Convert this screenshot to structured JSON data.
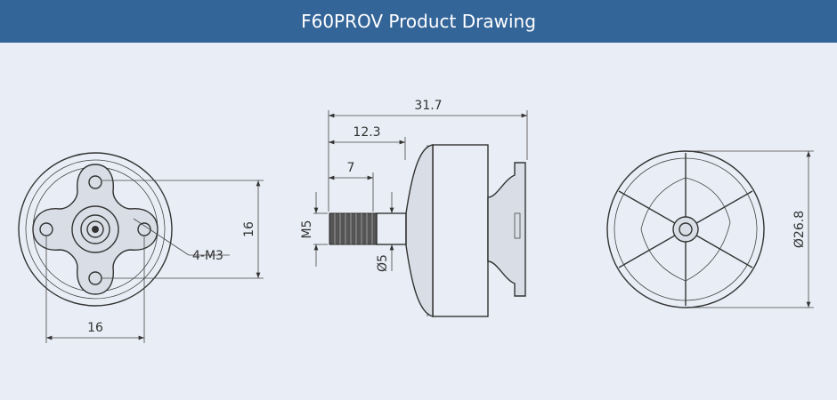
{
  "header": {
    "title": "F60PROV Product Drawing"
  },
  "front_view": {
    "dim_vertical": "16",
    "dim_horizontal": "16",
    "hole_label": "4-M3"
  },
  "side_view": {
    "overall_length": "31.7",
    "shaft_length": "12.3",
    "thread_length": "7",
    "thread_size": "M5",
    "shaft_diameter": "Ø5"
  },
  "rear_view": {
    "diameter": "Ø26.8"
  },
  "colors": {
    "header": "#346599",
    "background": "#e9eef6"
  }
}
